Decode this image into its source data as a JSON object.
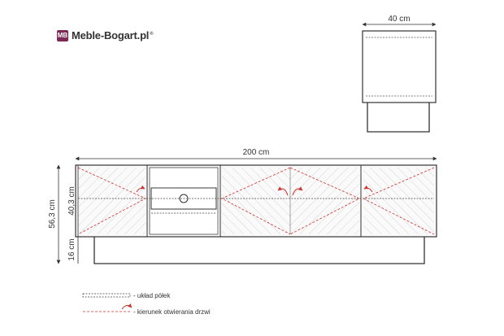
{
  "brand": {
    "name": "Meble-Bogart.pl",
    "reg_mark": "®",
    "mark_text": "MB"
  },
  "dimensions": {
    "depth": "40 cm",
    "width": "200 cm",
    "total_height": "56,3 cm",
    "body_height": "40,3 cm",
    "leg_height": "16 cm"
  },
  "legend": {
    "shelf_layout": "- układ półek",
    "door_direction": "- kierunek otwierania drzwi"
  },
  "colors": {
    "line": "#333333",
    "accent_red": "#d0312d",
    "brand": "#7a2a55"
  }
}
